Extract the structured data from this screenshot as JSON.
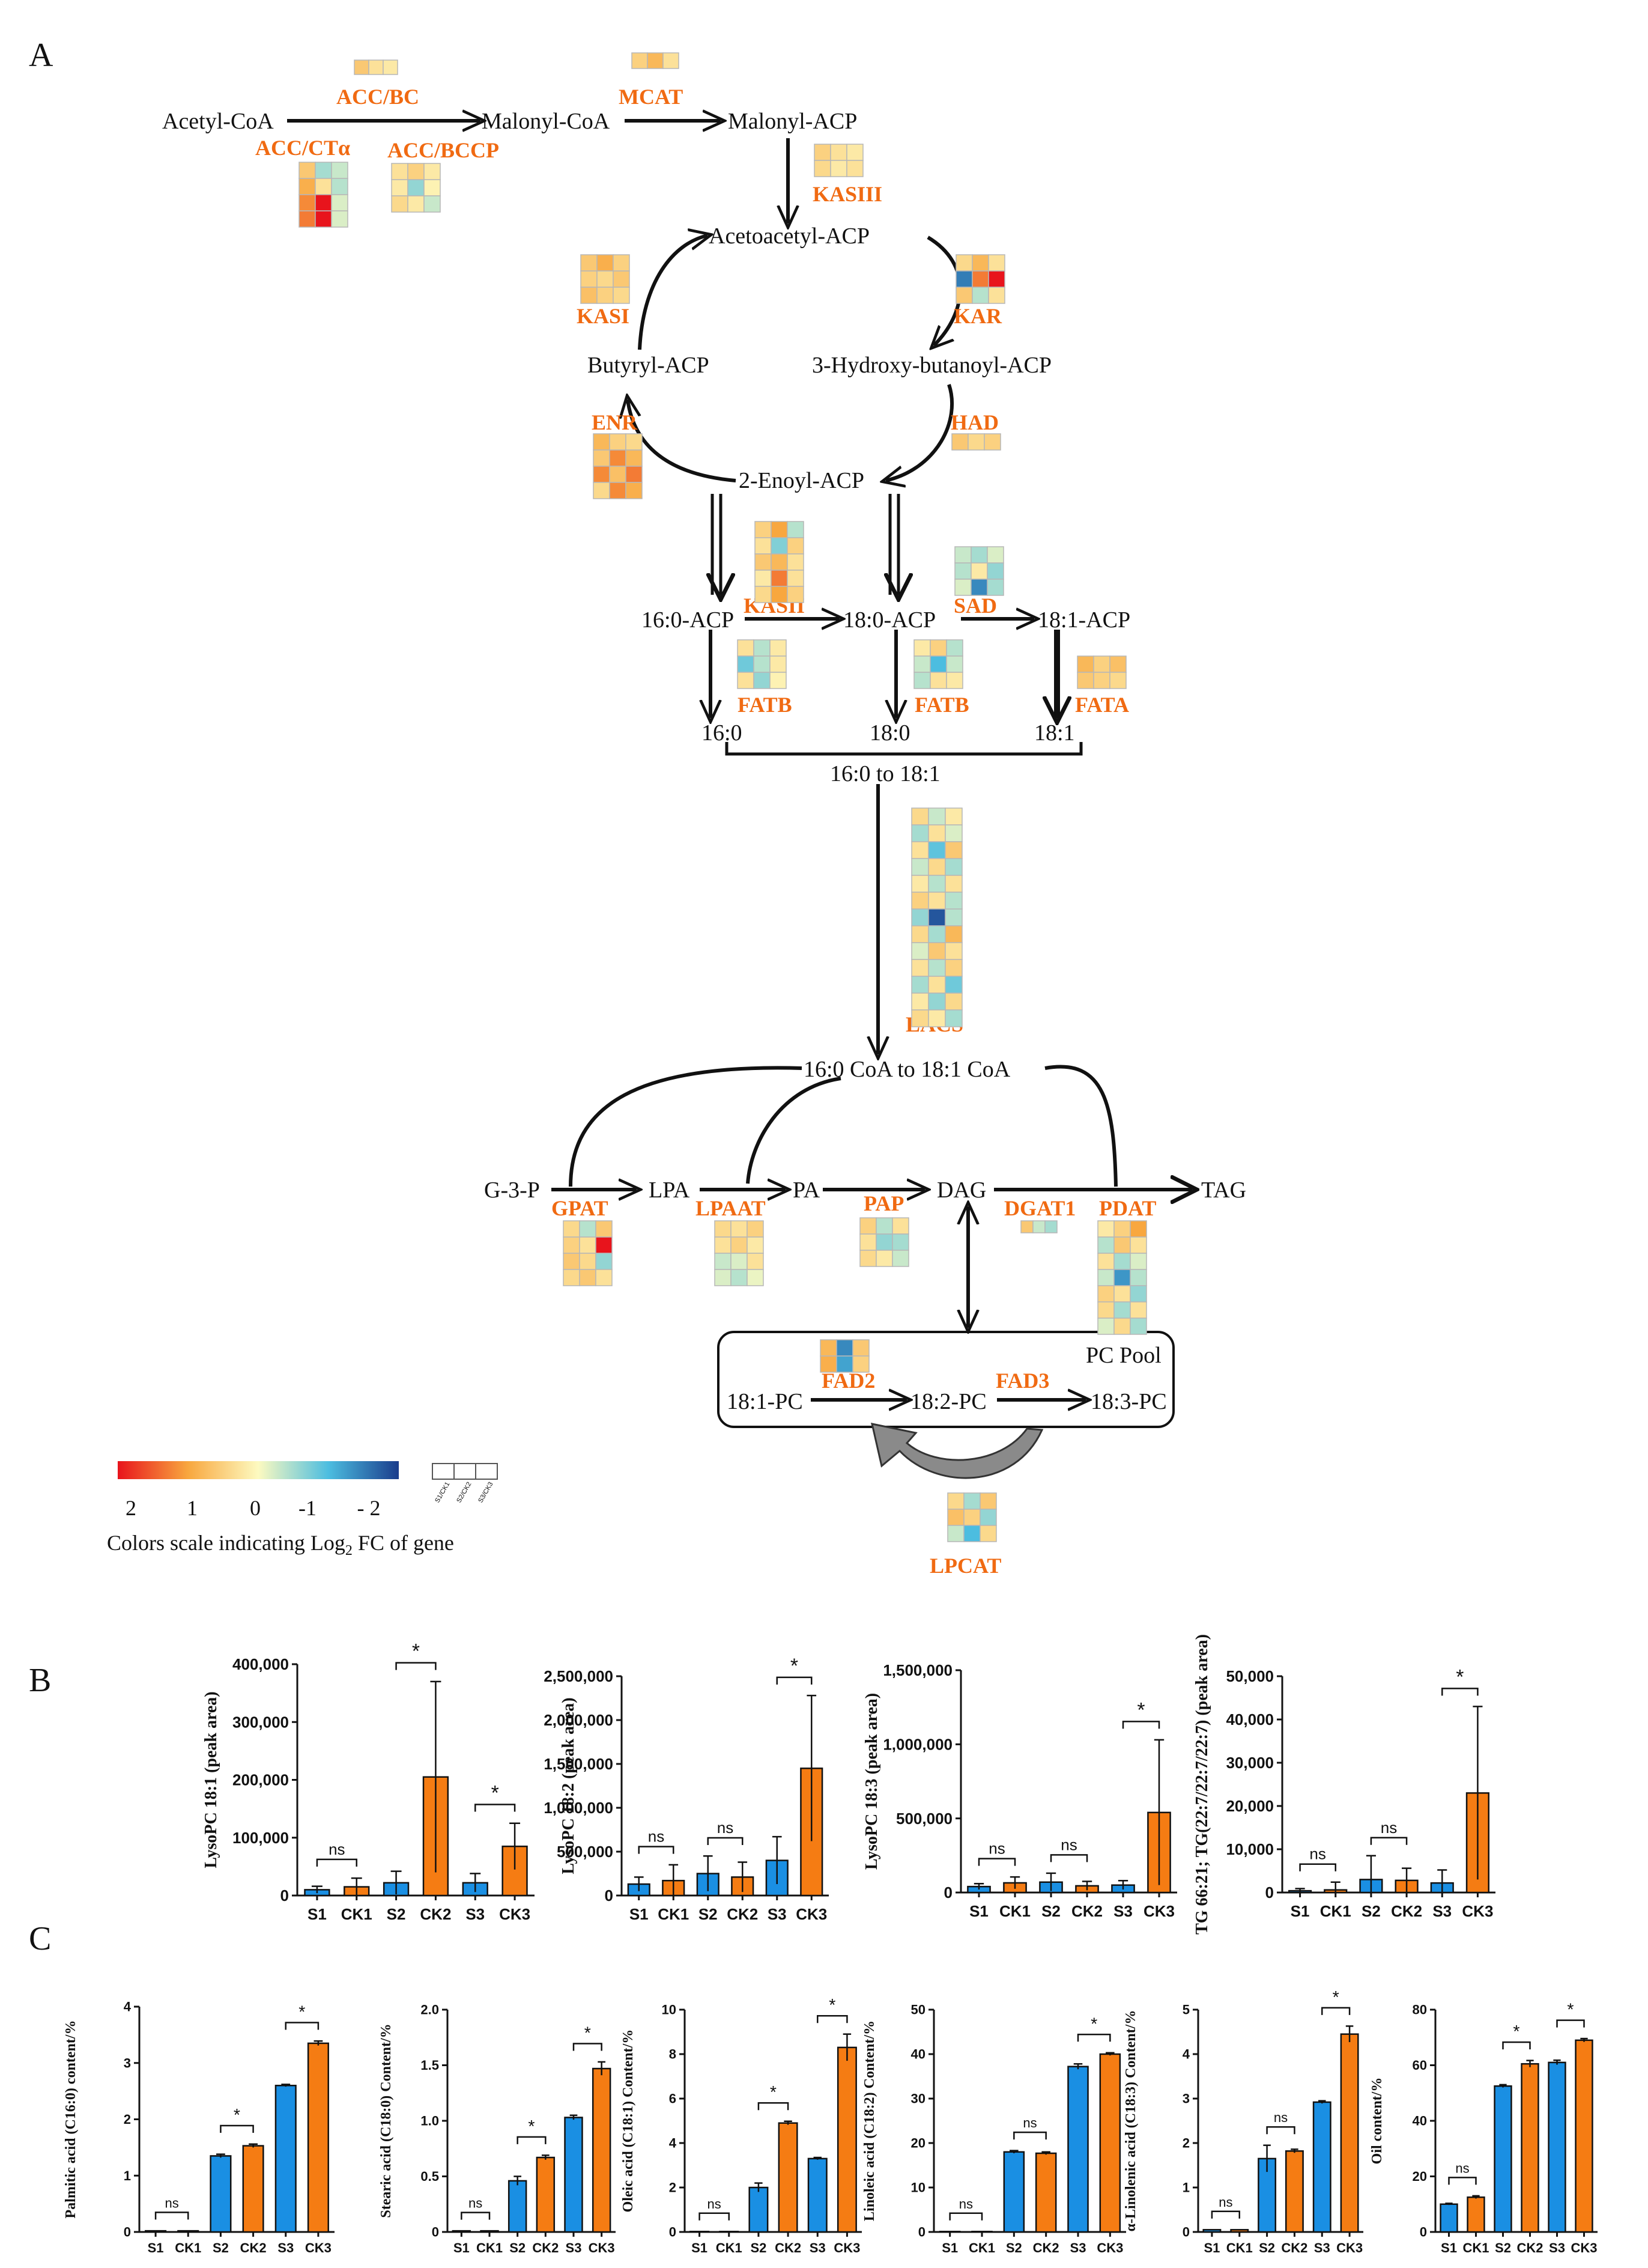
{
  "panels": {
    "A": "A",
    "B": "B",
    "C": "C"
  },
  "colors": {
    "s": "#1a8fe3",
    "ck": "#f57c13",
    "enzyme": "#f06a12",
    "scale_high": "#e8141c",
    "scale_mid": "#fdfac0",
    "scale_low": "#1a3c8c"
  },
  "metabolites": {
    "acetyl_coa": "Acetyl-CoA",
    "malonyl_coa": "Malonyl-CoA",
    "malonyl_acp": "Malonyl-ACP",
    "acetoacetyl_acp": "Acetoacetyl-ACP",
    "butyryl_acp": "Butyryl-ACP",
    "hydroxy_butanoyl_acp": "3-Hydroxy-butanoyl-ACP",
    "enoyl_acp": "2-Enoyl-ACP",
    "acp_16_0": "16:0-ACP",
    "acp_18_0": "18:0-ACP",
    "acp_18_1": "18:1-ACP",
    "fa_16_0": "16:0",
    "fa_18_0": "18:0",
    "fa_18_1": "18:1",
    "fa_range": "16:0 to 18:1",
    "coa_range": "16:0 CoA to 18:1 CoA",
    "g3p": "G-3-P",
    "lpa": "LPA",
    "pa": "PA",
    "dag": "DAG",
    "tag": "TAG",
    "pc_pool": "PC Pool",
    "pc_18_1": "18:1-PC",
    "pc_18_2": "18:2-PC",
    "pc_18_3": "18:3-PC"
  },
  "enzymes": {
    "acc_bc": "ACC/BC",
    "mcat": "MCAT",
    "acc_ct": "ACC/CTα",
    "acc_bccp": "ACC/BCCP",
    "kas3": "KASIII",
    "kas1": "KASI",
    "kar": "KAR",
    "enr": "ENR",
    "had": "HAD",
    "kas2": "KASII",
    "sad": "SAD",
    "fatb1": "FATB",
    "fatb2": "FATB",
    "fata": "FATA",
    "lacs": "LACS",
    "gpat": "GPAT",
    "lpaat": "LPAAT",
    "pap": "PAP",
    "dgat1": "DGAT1",
    "pdat": "PDAT",
    "fad2": "FAD2",
    "fad3": "FAD3",
    "lpcat": "LPCAT"
  },
  "legend": {
    "ticks": [
      "2",
      "1",
      "0",
      "-1",
      "- 2"
    ],
    "caption_pre": "Colors scale indicating Log",
    "caption_sub": "2",
    "caption_post": " FC of gene",
    "columns": [
      "S1/CK1",
      "S2/CK2",
      "S3/CK3"
    ]
  },
  "heatmaps": {
    "acc_bc": [
      [
        0.6,
        0.3,
        0.2
      ]
    ],
    "mcat": [
      [
        0.5,
        0.8,
        0.3
      ]
    ],
    "acc_ct": [
      [
        0.6,
        -0.5,
        -0.3
      ],
      [
        0.9,
        0.3,
        -0.4
      ],
      [
        1.2,
        2.0,
        -0.2
      ],
      [
        1.3,
        2.0,
        -0.2
      ]
    ],
    "acc_bccp": [
      [
        0.3,
        0.5,
        0.2
      ],
      [
        0.2,
        -0.6,
        0.1
      ],
      [
        0.4,
        0.2,
        -0.3
      ]
    ],
    "kas3": [
      [
        0.5,
        0.3,
        0.2
      ],
      [
        0.4,
        0.2,
        0.3
      ]
    ],
    "kas1": [
      [
        0.6,
        0.9,
        0.5
      ],
      [
        0.5,
        0.4,
        0.6
      ],
      [
        0.7,
        0.5,
        0.4
      ]
    ],
    "kar": [
      [
        0.4,
        0.8,
        0.3
      ],
      [
        -1.5,
        1.3,
        2.0
      ],
      [
        0.6,
        -0.4,
        0.3
      ]
    ],
    "enr": [
      [
        0.8,
        0.5,
        0.4
      ],
      [
        0.6,
        1.2,
        0.8
      ],
      [
        1.2,
        0.7,
        1.3
      ],
      [
        0.4,
        1.2,
        0.9
      ]
    ],
    "had": [
      [
        0.6,
        0.4,
        0.5
      ]
    ],
    "kas2": [
      [
        0.5,
        1.0,
        -0.4
      ],
      [
        0.3,
        -0.7,
        0.5
      ],
      [
        0.6,
        0.8,
        0.3
      ],
      [
        0.2,
        1.3,
        0.3
      ],
      [
        0.4,
        1.0,
        0.5
      ]
    ],
    "sad": [
      [
        -0.3,
        -0.5,
        -0.2
      ],
      [
        -0.4,
        0.2,
        -0.6
      ],
      [
        -0.2,
        -1.4,
        -0.5
      ]
    ],
    "fatb1": [
      [
        0.3,
        -0.4,
        0.2
      ],
      [
        -0.8,
        -0.4,
        0.2
      ],
      [
        0.3,
        -0.6,
        0.1
      ]
    ],
    "fatb2": [
      [
        0.2,
        0.5,
        -0.4
      ],
      [
        -0.3,
        -1.0,
        -0.3
      ],
      [
        -0.4,
        0.3,
        0.2
      ]
    ],
    "fata": [
      [
        0.8,
        0.5,
        0.7
      ],
      [
        0.6,
        0.5,
        0.4
      ]
    ],
    "lacs": [
      [
        0.4,
        -0.3,
        0.2
      ],
      [
        -0.5,
        0.3,
        -0.2
      ],
      [
        0.3,
        -0.9,
        0.6
      ],
      [
        -0.3,
        0.4,
        -0.5
      ],
      [
        0.2,
        -0.4,
        0.3
      ],
      [
        0.5,
        0.3,
        -0.4
      ],
      [
        -0.6,
        -1.8,
        -0.4
      ],
      [
        0.4,
        -0.5,
        0.8
      ],
      [
        -0.2,
        0.6,
        0.3
      ],
      [
        0.3,
        -0.4,
        0.5
      ],
      [
        -0.5,
        0.3,
        -0.8
      ],
      [
        0.2,
        -0.6,
        0.4
      ],
      [
        0.4,
        0.2,
        -0.5
      ]
    ],
    "gpat": [
      [
        0.4,
        -0.4,
        0.6
      ],
      [
        0.5,
        0.3,
        2.0
      ],
      [
        0.6,
        0.4,
        -0.6
      ],
      [
        0.4,
        0.6,
        0.3
      ]
    ],
    "lpaat": [
      [
        0.4,
        0.3,
        0.5
      ],
      [
        0.3,
        0.5,
        0.2
      ],
      [
        -0.3,
        -0.2,
        0.3
      ],
      [
        -0.2,
        -0.4,
        -0.1
      ]
    ],
    "pap": [
      [
        0.5,
        -0.4,
        0.3
      ],
      [
        0.3,
        -0.6,
        -0.5
      ],
      [
        0.4,
        0.2,
        -0.3
      ]
    ],
    "dgat1": [
      [
        0.6,
        -0.3,
        -0.5
      ]
    ],
    "pdat": [
      [
        0.2,
        0.5,
        1.0
      ],
      [
        -0.4,
        0.6,
        0.3
      ],
      [
        0.3,
        -0.5,
        -0.2
      ],
      [
        -0.3,
        -1.3,
        -0.4
      ],
      [
        0.5,
        0.3,
        -0.6
      ],
      [
        0.4,
        -0.5,
        0.3
      ],
      [
        -0.2,
        0.4,
        -0.5
      ]
    ],
    "fad2": [
      [
        0.8,
        -1.4,
        0.6
      ],
      [
        0.9,
        -1.2,
        0.5
      ]
    ],
    "lpcat": [
      [
        0.4,
        -0.5,
        0.6
      ],
      [
        0.7,
        0.5,
        -0.6
      ],
      [
        -0.3,
        -1.0,
        0.4
      ]
    ]
  },
  "chart_data": [
    {
      "type": "bar",
      "panel": "B",
      "ylabel": "LysoPC 18:1 (peak area)",
      "categories": [
        "S1",
        "CK1",
        "S2",
        "CK2",
        "S3",
        "CK3"
      ],
      "values": [
        10000,
        15000,
        22000,
        205000,
        22000,
        85000
      ],
      "errors": [
        6000,
        15000,
        20000,
        165000,
        16000,
        40000
      ],
      "ylim": [
        0,
        400000
      ],
      "yticks": [
        "0",
        "100,000",
        "200,000",
        "300,000",
        "400,000"
      ],
      "sig": [
        {
          "pair": [
            0,
            1
          ],
          "label": "ns"
        },
        {
          "pair": [
            2,
            3
          ],
          "label": "*"
        },
        {
          "pair": [
            4,
            5
          ],
          "label": "*"
        }
      ]
    },
    {
      "type": "bar",
      "panel": "B",
      "ylabel": "LysoPC 18:2 (peak area)",
      "categories": [
        "S1",
        "CK1",
        "S2",
        "CK2",
        "S3",
        "CK3"
      ],
      "values": [
        130000,
        170000,
        250000,
        210000,
        400000,
        1450000
      ],
      "errors": [
        80000,
        180000,
        200000,
        170000,
        270000,
        830000
      ],
      "ylim": [
        0,
        2500000
      ],
      "yticks": [
        "0",
        "500,000",
        "1,000,000",
        "1,500,000",
        "2,000,000",
        "2,500,000"
      ],
      "sig": [
        {
          "pair": [
            0,
            1
          ],
          "label": "ns"
        },
        {
          "pair": [
            2,
            3
          ],
          "label": "ns"
        },
        {
          "pair": [
            4,
            5
          ],
          "label": "*"
        }
      ]
    },
    {
      "type": "bar",
      "panel": "B",
      "ylabel": "LysoPC 18:3 (peak area)",
      "categories": [
        "S1",
        "CK1",
        "S2",
        "CK2",
        "S3",
        "CK3"
      ],
      "values": [
        40000,
        65000,
        70000,
        45000,
        50000,
        540000
      ],
      "errors": [
        20000,
        40000,
        60000,
        30000,
        30000,
        490000
      ],
      "ylim": [
        0,
        1500000
      ],
      "yticks": [
        "0",
        "500,000",
        "1,000,000",
        "1,500,000"
      ],
      "sig": [
        {
          "pair": [
            0,
            1
          ],
          "label": "ns"
        },
        {
          "pair": [
            2,
            3
          ],
          "label": "ns"
        },
        {
          "pair": [
            4,
            5
          ],
          "label": "*"
        }
      ]
    },
    {
      "type": "bar",
      "panel": "B",
      "ylabel": "TG 66:21; TG(22:7/22:7/22:7) (peak area)",
      "categories": [
        "S1",
        "CK1",
        "S2",
        "CK2",
        "S3",
        "CK3"
      ],
      "values": [
        400,
        600,
        3000,
        2800,
        2200,
        23000
      ],
      "errors": [
        500,
        1800,
        5500,
        2800,
        3000,
        20000
      ],
      "ylim": [
        0,
        50000
      ],
      "yticks": [
        "0",
        "10,000",
        "20,000",
        "30,000",
        "40,000",
        "50,000"
      ],
      "sig": [
        {
          "pair": [
            0,
            1
          ],
          "label": "ns"
        },
        {
          "pair": [
            2,
            3
          ],
          "label": "ns"
        },
        {
          "pair": [
            4,
            5
          ],
          "label": "*"
        }
      ]
    },
    {
      "type": "bar",
      "panel": "C",
      "ylabel": "Palmitic acid (C16:0) content/%",
      "categories": [
        "S1",
        "CK1",
        "S2",
        "CK2",
        "S3",
        "CK3"
      ],
      "values": [
        0.02,
        0.02,
        1.35,
        1.53,
        2.6,
        3.35
      ],
      "errors": [
        0,
        0,
        0.03,
        0.03,
        0.02,
        0.04
      ],
      "ylim": [
        0,
        4
      ],
      "yticks": [
        "0",
        "1",
        "2",
        "3",
        "4"
      ],
      "sig": [
        {
          "pair": [
            0,
            1
          ],
          "label": "ns"
        },
        {
          "pair": [
            2,
            3
          ],
          "label": "*"
        },
        {
          "pair": [
            4,
            5
          ],
          "label": "*"
        }
      ]
    },
    {
      "type": "bar",
      "panel": "C",
      "ylabel": "Stearic acid (C18:0) Content/%",
      "categories": [
        "S1",
        "CK1",
        "S2",
        "CK2",
        "S3",
        "CK3"
      ],
      "values": [
        0.01,
        0.01,
        0.46,
        0.67,
        1.03,
        1.47
      ],
      "errors": [
        0,
        0,
        0.04,
        0.02,
        0.02,
        0.06
      ],
      "ylim": [
        0,
        2.0
      ],
      "yticks": [
        "0",
        "0.5",
        "1.0",
        "1.5",
        "2.0"
      ],
      "sig": [
        {
          "pair": [
            0,
            1
          ],
          "label": "ns"
        },
        {
          "pair": [
            2,
            3
          ],
          "label": "*"
        },
        {
          "pair": [
            4,
            5
          ],
          "label": "*"
        }
      ]
    },
    {
      "type": "bar",
      "panel": "C",
      "ylabel": "Oleic acid (C18:1) Content/%",
      "categories": [
        "S1",
        "CK1",
        "S2",
        "CK2",
        "S3",
        "CK3"
      ],
      "values": [
        0.02,
        0.02,
        2.0,
        4.9,
        3.3,
        8.3
      ],
      "errors": [
        0,
        0,
        0.2,
        0.08,
        0.05,
        0.6
      ],
      "ylim": [
        0,
        10
      ],
      "yticks": [
        "0",
        "2",
        "4",
        "6",
        "8",
        "10"
      ],
      "sig": [
        {
          "pair": [
            0,
            1
          ],
          "label": "ns"
        },
        {
          "pair": [
            2,
            3
          ],
          "label": "*"
        },
        {
          "pair": [
            4,
            5
          ],
          "label": "*"
        }
      ]
    },
    {
      "type": "bar",
      "panel": "C",
      "ylabel": "Linoleic acid (C18:2) Content/%",
      "categories": [
        "S1",
        "CK1",
        "S2",
        "CK2",
        "S3",
        "CK3"
      ],
      "values": [
        0.1,
        0.1,
        18.0,
        17.7,
        37.2,
        40.0
      ],
      "errors": [
        0,
        0,
        0.3,
        0.3,
        0.6,
        0.3
      ],
      "ylim": [
        0,
        50
      ],
      "yticks": [
        "0",
        "10",
        "20",
        "30",
        "40",
        "50"
      ],
      "sig": [
        {
          "pair": [
            0,
            1
          ],
          "label": "ns"
        },
        {
          "pair": [
            2,
            3
          ],
          "label": "ns"
        },
        {
          "pair": [
            4,
            5
          ],
          "label": "*"
        }
      ]
    },
    {
      "type": "bar",
      "panel": "C",
      "ylabel": "α-Linolenic acid (C18:3) Content/%",
      "categories": [
        "S1",
        "CK1",
        "S2",
        "CK2",
        "S3",
        "CK3"
      ],
      "values": [
        0.05,
        0.05,
        1.65,
        1.82,
        2.92,
        4.45
      ],
      "errors": [
        0,
        0,
        0.3,
        0.04,
        0.03,
        0.18
      ],
      "ylim": [
        0,
        5
      ],
      "yticks": [
        "0",
        "1",
        "2",
        "3",
        "4",
        "5"
      ],
      "sig": [
        {
          "pair": [
            0,
            1
          ],
          "label": "ns"
        },
        {
          "pair": [
            2,
            3
          ],
          "label": "ns"
        },
        {
          "pair": [
            4,
            5
          ],
          "label": "*"
        }
      ]
    },
    {
      "type": "bar",
      "panel": "C",
      "ylabel": "Oil content/%",
      "categories": [
        "S1",
        "CK1",
        "S2",
        "CK2",
        "S3",
        "CK3"
      ],
      "values": [
        10.0,
        12.5,
        52.5,
        60.5,
        61.0,
        69.0
      ],
      "errors": [
        0.3,
        0.5,
        0.5,
        1.2,
        0.8,
        0.6
      ],
      "ylim": [
        0,
        80
      ],
      "yticks": [
        "0",
        "20",
        "40",
        "60",
        "80"
      ],
      "sig": [
        {
          "pair": [
            0,
            1
          ],
          "label": "ns"
        },
        {
          "pair": [
            2,
            3
          ],
          "label": "*"
        },
        {
          "pair": [
            4,
            5
          ],
          "label": "*"
        }
      ]
    }
  ]
}
